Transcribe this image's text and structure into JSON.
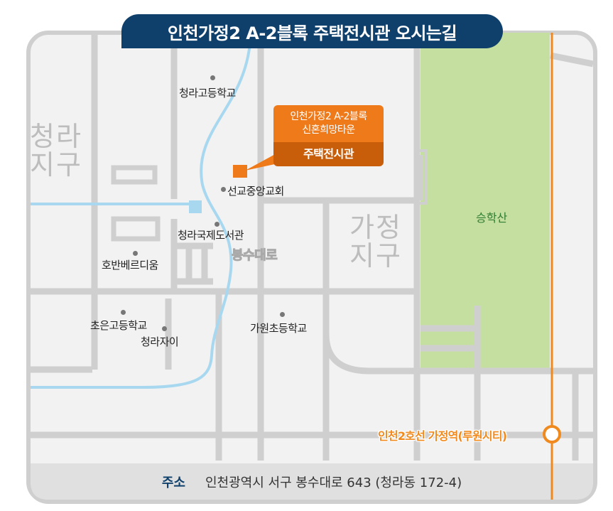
{
  "title": "인천가정2 A-2블록 주택전시관 오시는길",
  "callout": {
    "line1": "인천가정2 A-2블록",
    "line2": "신혼희망타운",
    "line3": "주택전시관"
  },
  "districts": {
    "cheongna": [
      "청라",
      "지구"
    ],
    "gajeong": [
      "가정",
      "지구"
    ]
  },
  "pois": {
    "cheongna_high": "청라고등학교",
    "seongyo_church": "선교중앙교회",
    "intl_library": "청라국제도서관",
    "hoban": "호반베르디움",
    "choeun_high": "초은고등학교",
    "cheongna_xi": "청라자이",
    "gawon_elem": "가원초등학교"
  },
  "road_label": "봉수대로",
  "park_label": "승학산",
  "station_label": "인천2호선 가정역(루원시티)",
  "address": {
    "key": "주소",
    "value": "인천광역시 서구 봉수대로 643 (청라동 172-4)"
  },
  "colors": {
    "title_bg": "#0f3f6b",
    "callout_orange": "#ee7a1a",
    "callout_dark": "#c85e0a",
    "park_green": "#c5dfa0",
    "river_blue": "#a8d8f0",
    "road_gray": "#cfcfcf",
    "station_orange": "#f08a1e"
  }
}
